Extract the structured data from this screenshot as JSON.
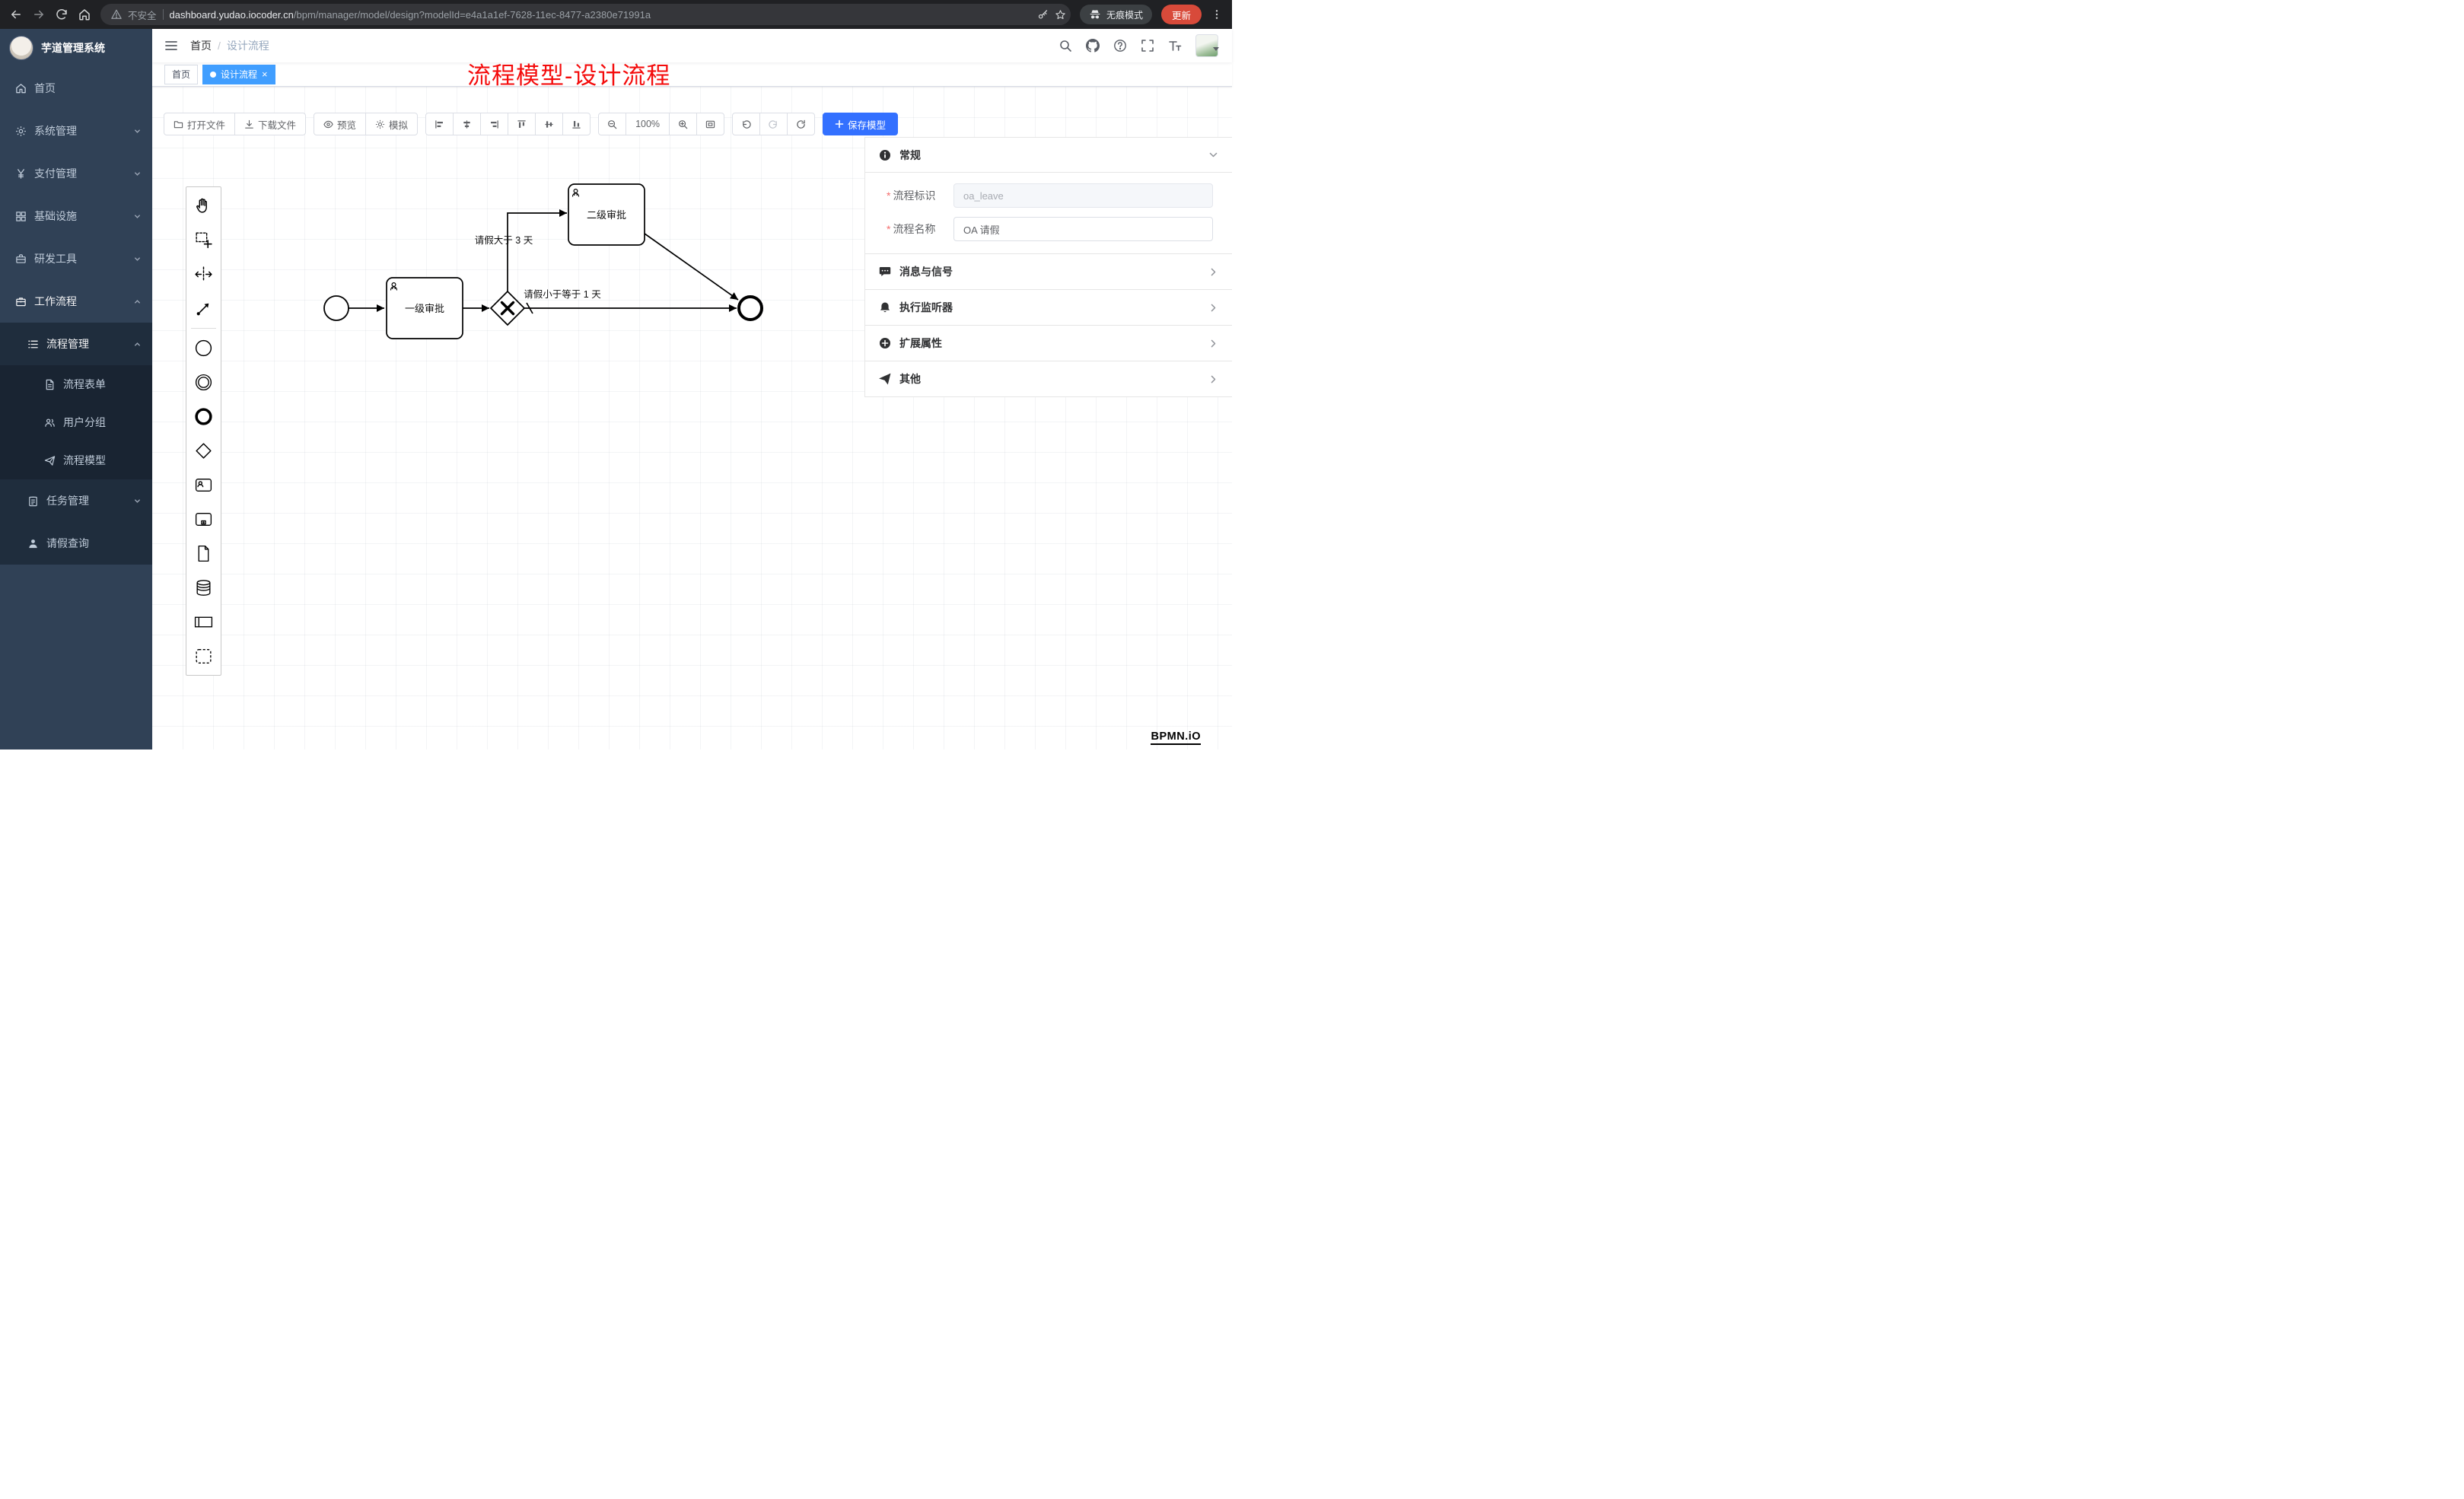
{
  "browser": {
    "security": "不安全",
    "url_domain": "dashboard.yudao.iocoder.cn",
    "url_path": "/bpm/manager/model/design?modelId=e4a1a1ef-7628-11ec-8477-a2380e71991a",
    "incognito": "无痕模式",
    "update": "更新"
  },
  "sidebar": {
    "logo_title": "芋道管理系统",
    "items": [
      {
        "label": "首页"
      },
      {
        "label": "系统管理"
      },
      {
        "label": "支付管理"
      },
      {
        "label": "基础设施"
      },
      {
        "label": "研发工具"
      },
      {
        "label": "工作流程"
      }
    ],
    "process_management": {
      "label": "流程管理"
    },
    "process_children": [
      {
        "label": "流程表单"
      },
      {
        "label": "用户分组"
      },
      {
        "label": "流程模型"
      }
    ],
    "task_management": {
      "label": "任务管理"
    },
    "leave_query": {
      "label": "请假查询"
    }
  },
  "navbar": {
    "breadcrumb_home": "首页",
    "breadcrumb_current": "设计流程"
  },
  "tags": {
    "home": "首页",
    "active": "设计流程"
  },
  "overlay_title": "流程模型-设计流程",
  "toolbar": {
    "open_file": "打开文件",
    "download_file": "下载文件",
    "preview": "预览",
    "simulate": "模拟",
    "zoom_level": "100%",
    "save_model": "保存模型"
  },
  "panel": {
    "general": "常规",
    "process_key_label": "流程标识",
    "process_key_value": "oa_leave",
    "process_name_label": "流程名称",
    "process_name_value": "OA 请假",
    "messages": "消息与信号",
    "listeners": "执行监听器",
    "ext_attrs": "扩展属性",
    "others": "其他"
  },
  "diagram": {
    "type": "bpmn",
    "nodes": [
      {
        "id": "StartEvent",
        "kind": "startEvent",
        "label": ""
      },
      {
        "id": "Task1",
        "kind": "userTask",
        "label": "一级审批"
      },
      {
        "id": "Gateway",
        "kind": "exclusiveGateway",
        "label": ""
      },
      {
        "id": "Task2",
        "kind": "userTask",
        "label": "二级审批"
      },
      {
        "id": "EndEvent",
        "kind": "endEvent",
        "label": ""
      }
    ],
    "flows": [
      {
        "from": "StartEvent",
        "to": "Task1",
        "label": ""
      },
      {
        "from": "Task1",
        "to": "Gateway",
        "label": ""
      },
      {
        "from": "Gateway",
        "to": "Task2",
        "label": "请假大于 3 天"
      },
      {
        "from": "Gateway",
        "to": "EndEvent",
        "label": "请假小于等于 1 天",
        "default": true
      },
      {
        "from": "Task2",
        "to": "EndEvent",
        "label": ""
      }
    ]
  },
  "watermark": "BPMN.iO",
  "icons": {
    "warning": "⚠",
    "key": "key-icon",
    "star": "bookmark-star-icon",
    "incognito": "incognito-icon",
    "search": "search-icon",
    "github": "github-icon",
    "help": "question-icon",
    "fullscreen": "fullscreen-icon"
  },
  "colors": {
    "primary": "#409eff",
    "save_button": "#3370ff",
    "sidebar_bg": "#304156",
    "submenu_bg": "#1f2d3d",
    "overlay_red": "#f40b0b"
  }
}
